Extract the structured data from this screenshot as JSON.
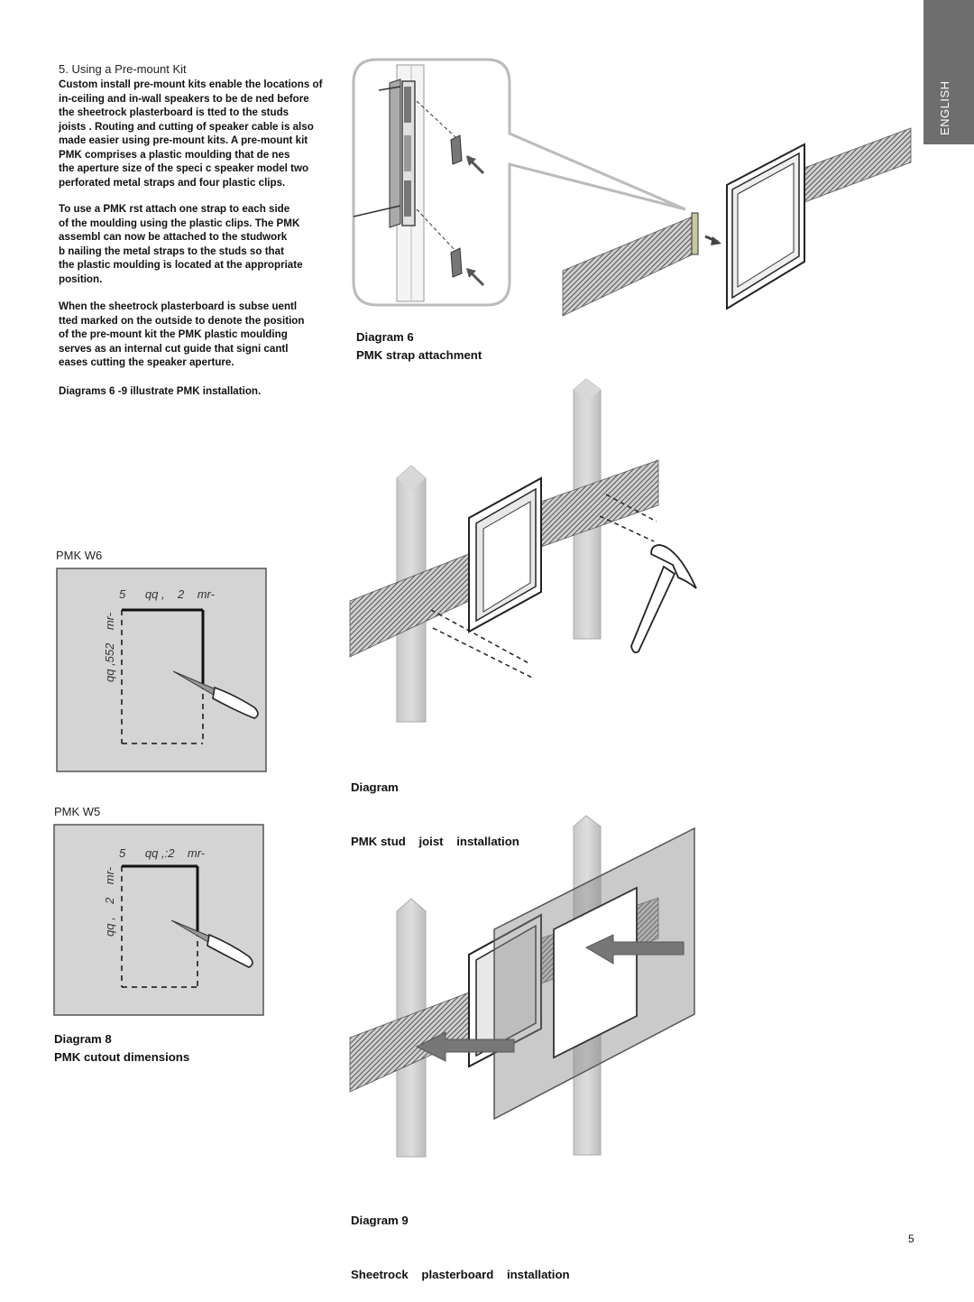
{
  "side_tab": {
    "label": "ENGLISH"
  },
  "section": {
    "heading": "5. Using a Pre-mount Kit"
  },
  "body": {
    "para1": [
      "Custom install pre-mount kits enable the locations of",
      "in-ceiling and in-wall speakers to be de   ned before",
      "the sheetrock    plasterboard    is    tted to the studs",
      "   joists    . Routing and cutting of speaker cable is also",
      "made easier using pre-mount kits. A pre-mount kit",
      "   PMK    comprises a plastic moulding that de   nes",
      "the aperture size of the speci   c speaker model    two",
      "perforated metal straps and four plastic clips."
    ],
    "para2": [
      "To use a PMK        rst attach one strap to each side",
      "of the moulding using the plastic clips. The PMK",
      "assembl    can now be attached to the studwork",
      "b    nailing the metal straps to the studs so that",
      "the plastic moulding is located at the appropriate",
      "position."
    ],
    "para3": [
      "When the sheetrock    plasterboard    is subse    uentl",
      "   tted    marked on the outside to denote the position",
      "of the pre-mount kit    the PMK plastic moulding",
      "serves as an internal cut guide that signi   cantl",
      "eases cutting the speaker aperture."
    ],
    "para4": "Diagrams 6 -9 illustrate PMK installation."
  },
  "diagram6": {
    "num": "Diagram 6",
    "title": "PMK strap attachment"
  },
  "diagram7": {
    "num": "Diagram",
    "title": "PMK stud    joist    installation"
  },
  "diagram8": {
    "num": "Diagram 8",
    "title": "PMK cutout dimensions"
  },
  "diagram9": {
    "num": "Diagram 9",
    "title": "Sheetrock    plasterboard    installation"
  },
  "pmk_w6": {
    "label": "PMK W6",
    "top_dim": "5      qq ,    2    mr-",
    "side_dim": "qq ,552    mr-"
  },
  "pmk_w5": {
    "label": "PMK W5",
    "top_dim": "5      qq ,:2    mr-",
    "side_dim": "qq ,    2    mr-"
  },
  "page_number": "5"
}
